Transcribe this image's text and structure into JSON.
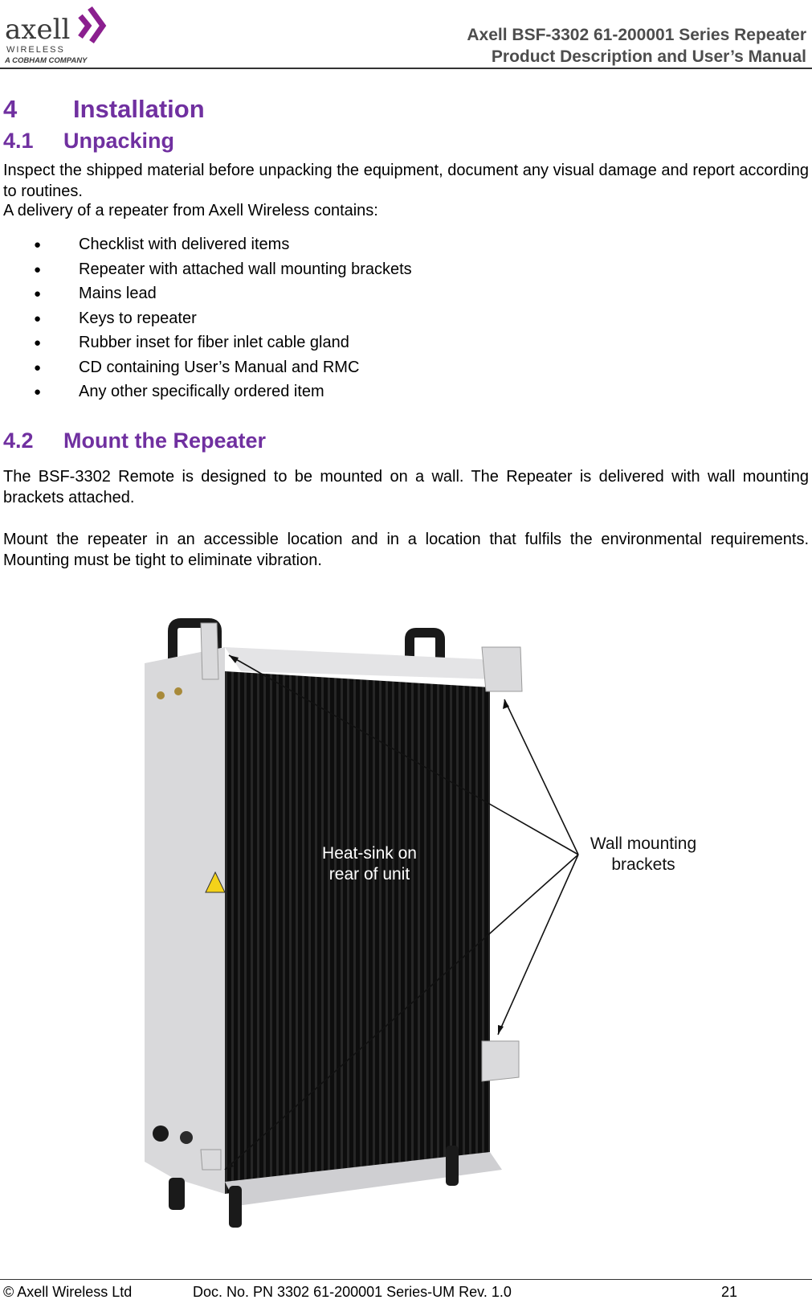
{
  "header": {
    "logo": {
      "wordmark": "axell",
      "line1": "WIRELESS",
      "line2": "A COBHAM COMPANY"
    },
    "title_line1": "Axell BSF-3302 61-200001 Series Repeater",
    "title_line2": "Product Description and User’s Manual"
  },
  "section4": {
    "number": "4",
    "title": "Installation"
  },
  "section4_1": {
    "number": "4.1",
    "title": "Unpacking",
    "intro": "Inspect the shipped material before unpacking the equipment, document any visual damage and report according to routines.",
    "delivery": "A delivery of a repeater from Axell Wireless contains:",
    "bullet_symbol": "●",
    "items": [
      "Checklist with delivered items",
      "Repeater with attached wall mounting brackets",
      "Mains lead",
      "Keys to repeater",
      "Rubber inset for fiber inlet cable gland",
      "CD containing User’s Manual and RMC",
      "Any other specifically ordered item"
    ]
  },
  "section4_2": {
    "number": "4.2",
    "title": "Mount the Repeater",
    "p1": "The BSF-3302 Remote is designed to be mounted on a wall. The Repeater is delivered with wall mounting brackets attached.",
    "p2": "Mount the repeater in an accessible location and in a location that fulfils the environmental requirements. Mounting must be tight to eliminate vibration."
  },
  "figure": {
    "label_heatsink_1": "Heat-sink on",
    "label_heatsink_2": "rear of unit",
    "label_brackets_1": "Wall mounting",
    "label_brackets_2": "brackets"
  },
  "footer": {
    "copyright": "© Axell Wireless Ltd",
    "doc_no": "Doc. No. PN 3302 61-200001 Series-UM Rev. 1.0",
    "page": "21"
  },
  "colors": {
    "heading": "#7030a0",
    "header_text": "#4d4d4d",
    "logo_purple": "#8b1f8f"
  }
}
